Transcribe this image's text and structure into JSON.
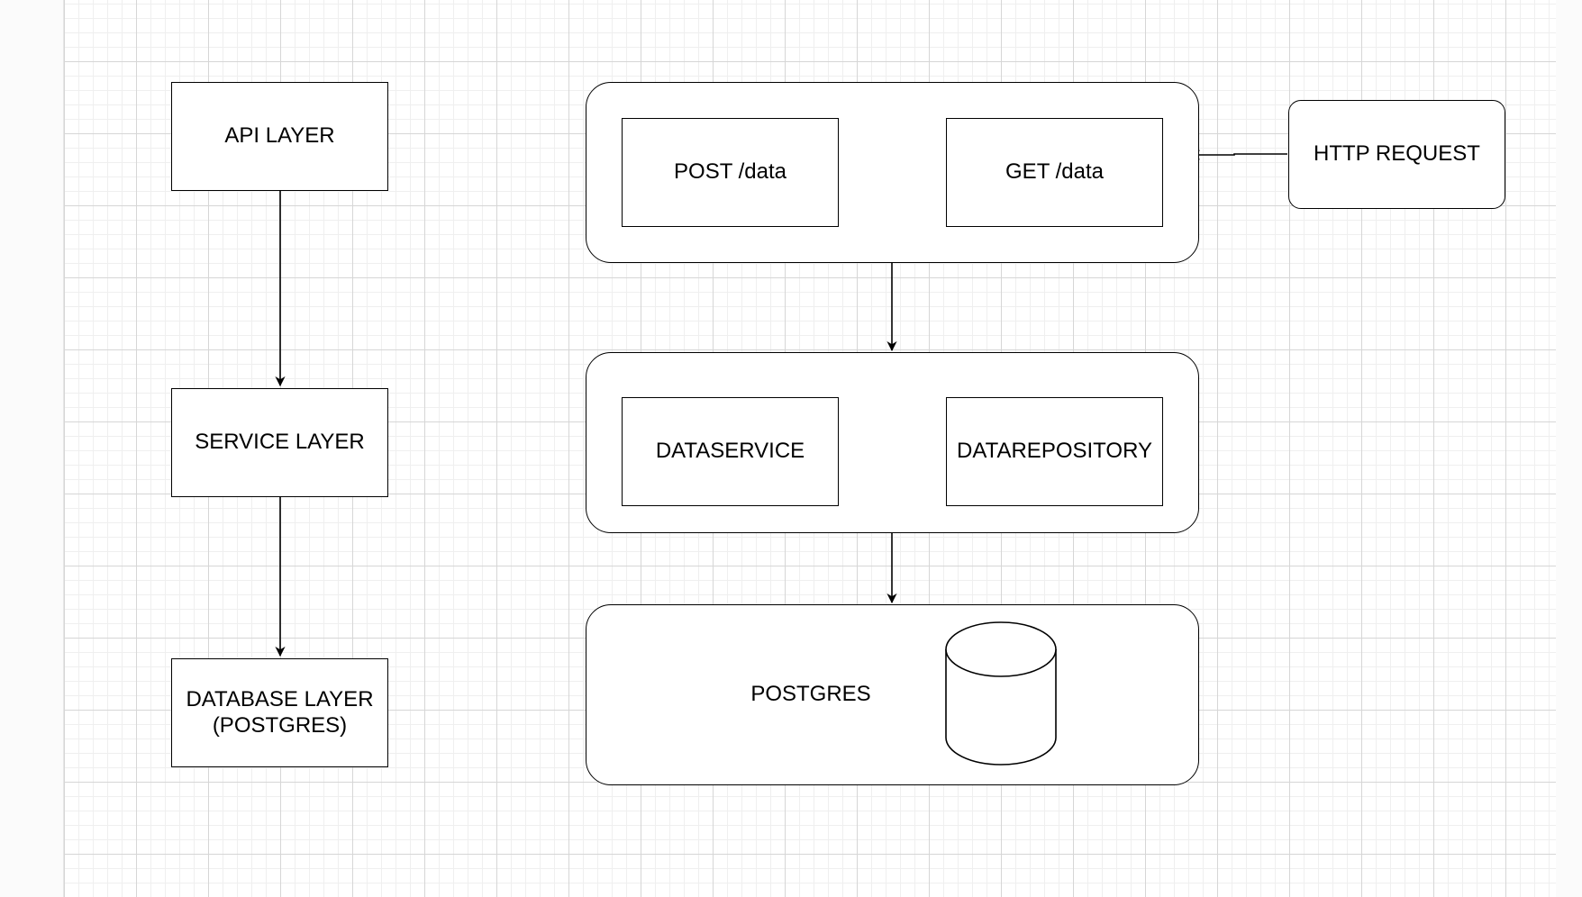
{
  "left_stack": {
    "api_layer": "API LAYER",
    "service_layer": "SERVICE LAYER",
    "database_layer_line1": "DATABASE LAYER",
    "database_layer_line2": "(POSTGRES)"
  },
  "api_group": {
    "post": "POST /data",
    "get": "GET /data"
  },
  "http_request": "HTTP REQUEST",
  "service_group": {
    "dataservice": "DATASERVICE",
    "datarepository": "DATAREPOSITORY"
  },
  "db_group": {
    "label": "POSTGRES"
  },
  "colors": {
    "stroke": "#000000",
    "grid_major": "#d6d6d6",
    "grid_minor": "#efefef",
    "canvas": "#ffffff"
  }
}
